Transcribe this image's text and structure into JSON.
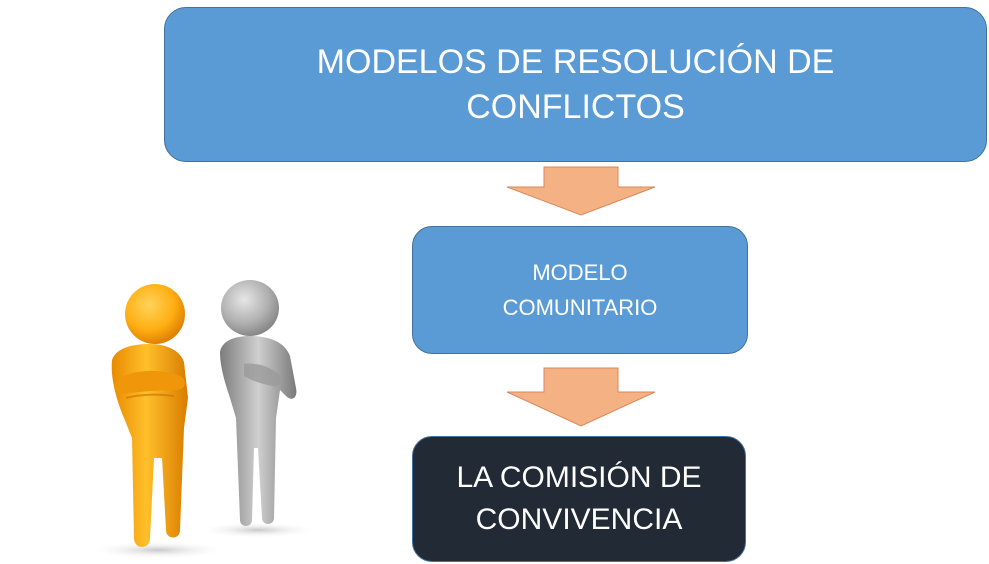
{
  "diagram": {
    "title_box": {
      "text": "MODELOS DE RESOLUCIÓN DE\nCONFLICTOS",
      "color": "#5b9bd5"
    },
    "model_box": {
      "text": "MODELO\nCOMUNITARIO",
      "color": "#5b9bd5"
    },
    "commission_box": {
      "text": "LA COMISIÓN DE\nCONVIVENCIA",
      "color": "#222a35"
    },
    "arrow_color": "#f4b183",
    "illustration": {
      "figures": [
        {
          "icon": "person-figure-icon",
          "color": "#f5a623"
        },
        {
          "icon": "person-figure-icon",
          "color": "#9e9e9e"
        }
      ]
    }
  }
}
